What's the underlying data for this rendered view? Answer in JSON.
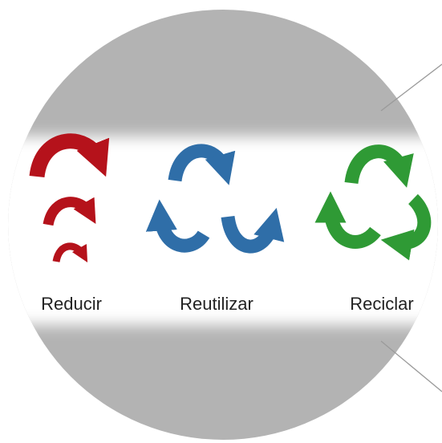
{
  "items": [
    {
      "label": "Reducir",
      "icon": "reduce-arrows-icon",
      "color": "#b5121b"
    },
    {
      "label": "Reutilizar",
      "icon": "reuse-arrows-icon",
      "color": "#2f6ea8"
    },
    {
      "label": "Reciclar",
      "icon": "recycle-arrows-icon",
      "color": "#2f9a35"
    }
  ],
  "colors": {
    "lens": "#b3b3b3",
    "band": "#ffffff"
  }
}
